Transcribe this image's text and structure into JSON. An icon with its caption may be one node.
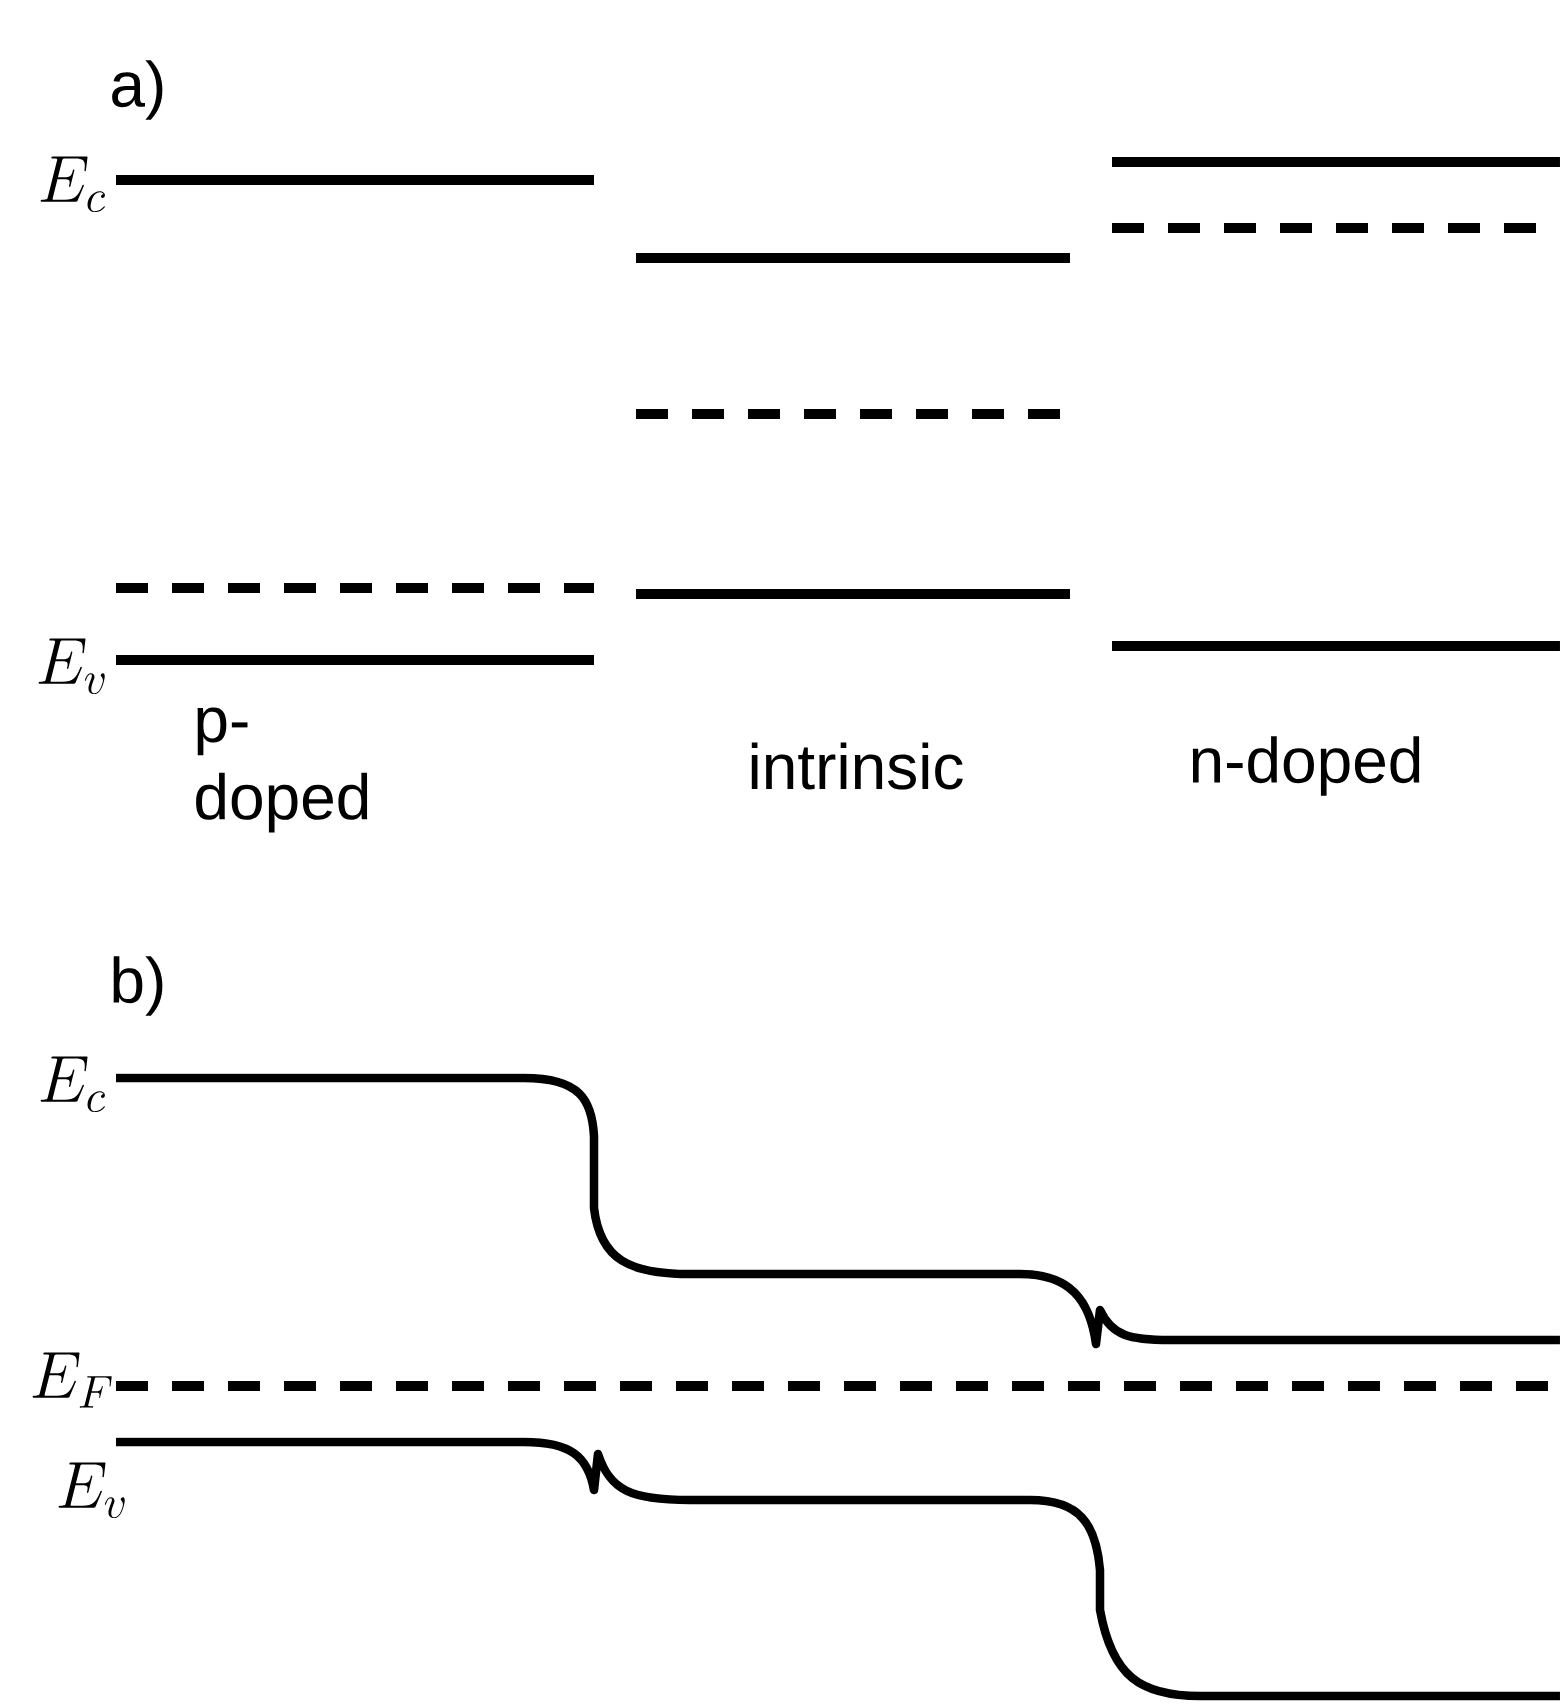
{
  "diagram": {
    "labels": [
      "a)",
      "E_c",
      "E_v",
      "p-doped",
      "intrinsic",
      "n-doped",
      "b)",
      "E_c",
      "E_F",
      "E_v"
    ]
  }
}
